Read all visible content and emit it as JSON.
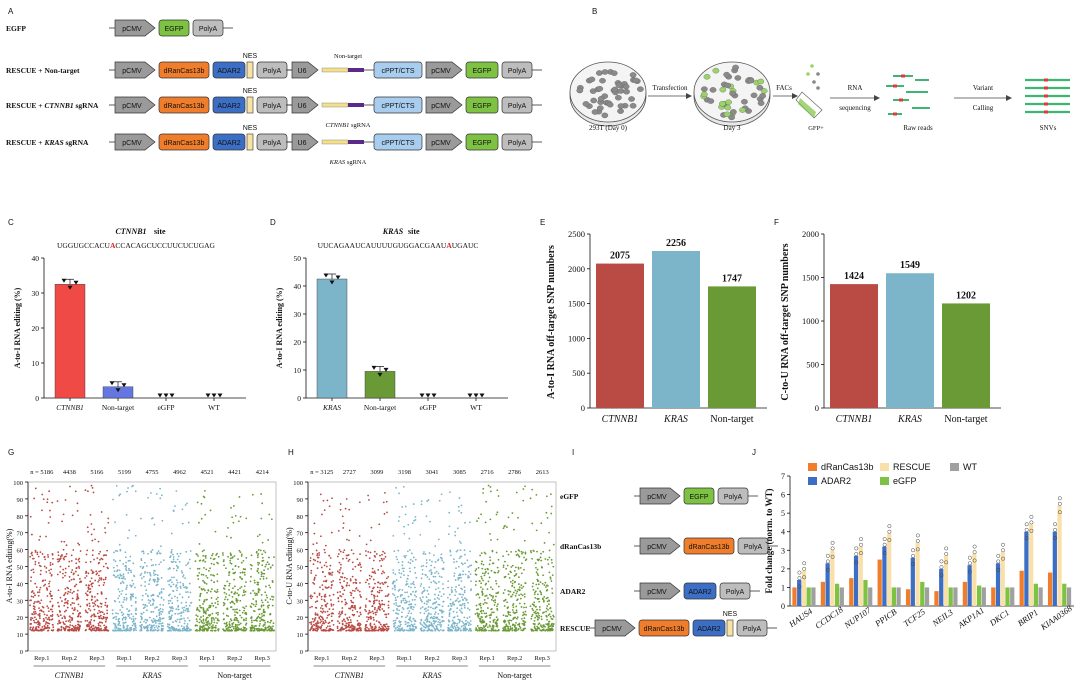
{
  "colors": {
    "gray": "#9a9a9a",
    "egfp": "#7dc243",
    "dcas": "#ef7d2b",
    "adar": "#3c6ec5",
    "nes": "#f7e3a3",
    "cppt": "#a9cdee",
    "sg": "#f3e08a",
    "sgdark": "#5b2a86",
    "red": "#b94a44",
    "blue": "#7cb5c9",
    "green": "#6a9a35",
    "barRed": "#f04a46",
    "barBlue": "#6576e0",
    "rescue": "#f9e0a8",
    "wt": "#a0a0a0"
  },
  "panelA": {
    "letter": "A",
    "rows": [
      {
        "label": "EGFP",
        "parts": [
          "pCMV",
          "EGFP",
          "PolyA"
        ]
      },
      {
        "label": "RESCUE + Non-target",
        "parts": [
          "pCMV",
          "dRanCas13b",
          "ADAR2",
          "PolyA"
        ],
        "nes": "NES",
        "sgLabel": "Non-target"
      },
      {
        "label": "RESCUE + CTNNB1 sgRNA",
        "parts": [
          "pCMV",
          "dRanCas13b",
          "ADAR2",
          "PolyA"
        ],
        "nes": "NES",
        "sgLabel": "CTNNB1 sgRNA"
      },
      {
        "label": "RESCUE + KRAS sgRNA",
        "parts": [
          "pCMV",
          "dRanCas13b",
          "ADAR2",
          "PolyA"
        ],
        "nes": "NES",
        "sgLabel": "KRAS sgRNA"
      }
    ],
    "u6": "U6",
    "cppt": "cPPT/CTS",
    "pcmv": "pCMV",
    "egfp": "EGFP",
    "polya": "PolyA"
  },
  "panelB": {
    "letter": "B",
    "steps": [
      "Transfection",
      "FACs",
      "RNA",
      "sequencing",
      "Variant",
      "Calling"
    ],
    "labels": [
      "293T (Day  0)",
      "Day 3",
      "GFP+",
      "Raw reads",
      "SNVs"
    ]
  },
  "chart_data": [
    {
      "id": "C",
      "type": "bar",
      "title": "CTNNB1 site",
      "sequence": [
        "UGGUGCCACU",
        "A",
        "CCACAGCUCCUUCUCUGAG"
      ],
      "ylabel": "A-to-I RNA editing (%)",
      "ylim": [
        0,
        40
      ],
      "yticks": [
        0,
        10,
        20,
        30,
        40
      ],
      "categories": [
        "CTNNB1",
        "Non-target",
        "eGFP",
        "WT"
      ],
      "values": [
        32.5,
        3.2,
        0,
        0
      ]
    },
    {
      "id": "D",
      "type": "bar",
      "title": "KRAS site",
      "sequence": [
        "UUCAGAAUCAUUUUGUGGACGAAU",
        "A",
        "UGAUC"
      ],
      "ylabel": "A-to-I RNA editing (%)",
      "ylim": [
        0,
        50
      ],
      "yticks": [
        0,
        10,
        20,
        30,
        40,
        50
      ],
      "categories": [
        "KRAS",
        "Non-target",
        "eGFP",
        "WT"
      ],
      "values": [
        42.5,
        9.5,
        0,
        0
      ]
    },
    {
      "id": "E",
      "type": "bar",
      "ylabel": "A-to-I RNA off-target SNP numbers",
      "ylim": [
        0,
        2500
      ],
      "yticks": [
        0,
        500,
        1000,
        1500,
        2000,
        2500
      ],
      "categories": [
        "CTNNB1",
        "KRAS",
        "Non-target"
      ],
      "values": [
        2075,
        2256,
        1747
      ]
    },
    {
      "id": "F",
      "type": "bar",
      "ylabel": "C-to-U RNA off-target SNP numbers",
      "ylim": [
        0,
        2000
      ],
      "yticks": [
        0,
        500,
        1000,
        1500,
        2000
      ],
      "categories": [
        "CTNNB1",
        "KRAS",
        "Non-target"
      ],
      "values": [
        1424,
        1549,
        1202
      ]
    },
    {
      "id": "G",
      "type": "scatter",
      "ylabel": "A-to-I RNA editing(%)",
      "ylim": [
        0,
        100
      ],
      "yticks": [
        0,
        10,
        20,
        30,
        40,
        50,
        60,
        70,
        80,
        90,
        100
      ],
      "n": [
        "n = 5186",
        "4438",
        "5166",
        "5199",
        "4755",
        "4962",
        "4521",
        "4421",
        "4214"
      ],
      "reps": [
        "Rep.1",
        "Rep.2",
        "Rep.3",
        "Rep.1",
        "Rep.2",
        "Rep.3",
        "Rep.1",
        "Rep.2",
        "Rep.3"
      ],
      "groups": [
        "CTNNB1",
        "KRAS",
        "Non-target"
      ]
    },
    {
      "id": "H",
      "type": "scatter",
      "ylabel": "C-to-U RNA editing(%)",
      "ylim": [
        0,
        100
      ],
      "yticks": [
        0,
        10,
        20,
        30,
        40,
        50,
        60,
        70,
        80,
        90,
        100
      ],
      "n": [
        "n = 3125",
        "2727",
        "3099",
        "3198",
        "3041",
        "3085",
        "2716",
        "2786",
        "2613"
      ],
      "reps": [
        "Rep.1",
        "Rep.2",
        "Rep.3",
        "Rep.1",
        "Rep.2",
        "Rep.3",
        "Rep.1",
        "Rep.2",
        "Rep.3"
      ],
      "groups": [
        "CTNNB1",
        "KRAS",
        "Non-target"
      ]
    },
    {
      "id": "J",
      "type": "bar",
      "ylabel": "Fold change (norm. to WT)",
      "ylim": [
        0,
        7
      ],
      "yticks": [
        0,
        1,
        2,
        3,
        4,
        5,
        6,
        7
      ],
      "categories": [
        "HAUS4",
        "CCDC18",
        "NUP107",
        "PPICB",
        "TCF25",
        "NEIL3",
        "AKP1A1",
        "DKC1",
        "BRIP1",
        "KIAA0368"
      ],
      "series": [
        {
          "name": "dRanCas13b",
          "values": [
            1.0,
            1.3,
            1.5,
            2.5,
            0.9,
            0.8,
            1.3,
            1.0,
            1.9,
            1.8
          ]
        },
        {
          "name": "ADAR2",
          "values": [
            1.4,
            2.3,
            2.7,
            3.2,
            2.6,
            2.0,
            2.2,
            2.3,
            4.0,
            4.0
          ]
        },
        {
          "name": "RESCUE",
          "values": [
            1.9,
            3.0,
            3.2,
            3.9,
            3.4,
            2.7,
            2.8,
            2.9,
            4.4,
            5.4
          ]
        },
        {
          "name": "eGFP",
          "values": [
            1.0,
            1.2,
            1.4,
            1.0,
            1.3,
            1.0,
            1.1,
            1.0,
            1.2,
            1.2
          ]
        },
        {
          "name": "WT",
          "values": [
            1.0,
            1.0,
            1.0,
            1.0,
            1.0,
            1.0,
            1.0,
            1.0,
            1.0,
            1.0
          ]
        }
      ]
    }
  ],
  "panelI": {
    "letter": "I",
    "rows": [
      {
        "label": "eGFP",
        "parts": [
          "pCMV",
          "EGFP",
          "PolyA"
        ]
      },
      {
        "label": "dRanCas13b",
        "parts": [
          "pCMV",
          "dRanCas13b",
          "PolyA"
        ]
      },
      {
        "label": "ADAR2",
        "parts": [
          "pCMV",
          "ADAR2",
          "PolyA"
        ]
      },
      {
        "label": "RESCUE",
        "parts": [
          "pCMV",
          "dRanCas13b",
          "ADAR2",
          "PolyA"
        ],
        "nes": "NES"
      }
    ]
  },
  "letters": [
    "C",
    "D",
    "E",
    "F",
    "G",
    "H",
    "J"
  ]
}
